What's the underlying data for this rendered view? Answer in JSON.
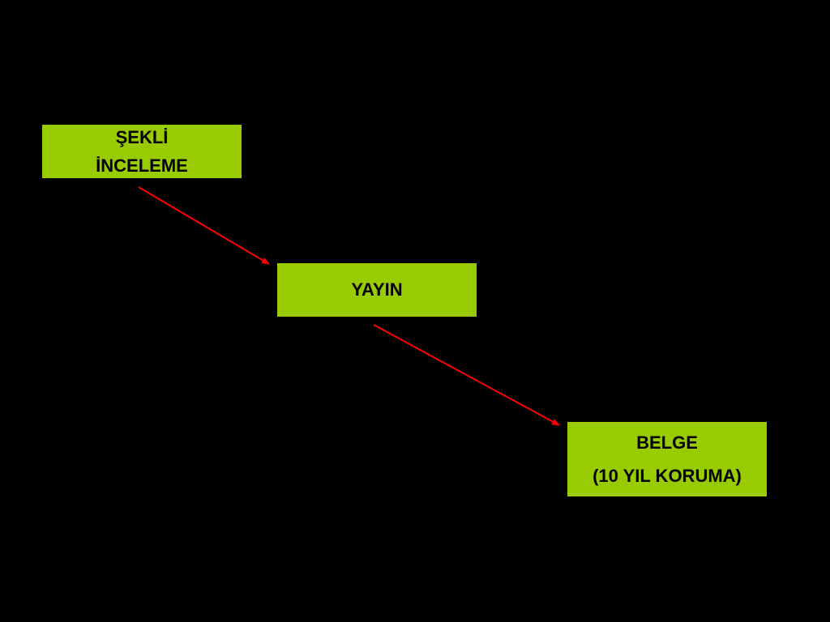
{
  "colors": {
    "background": "#000000",
    "box_fill": "#99cc00",
    "box_text": "#000000",
    "arrow": "#ff0000"
  },
  "diagram": {
    "nodes": [
      {
        "id": "sekli-inceleme",
        "lines": [
          "ŞEKLİ",
          "İNCELEME"
        ]
      },
      {
        "id": "yayin",
        "lines": [
          "YAYIN"
        ]
      },
      {
        "id": "belge",
        "lines": [
          "BELGE",
          "(10 YIL KORUMA)"
        ]
      }
    ],
    "edges": [
      {
        "from": "sekli-inceleme",
        "to": "yayin"
      },
      {
        "from": "yayin",
        "to": "belge"
      }
    ]
  }
}
